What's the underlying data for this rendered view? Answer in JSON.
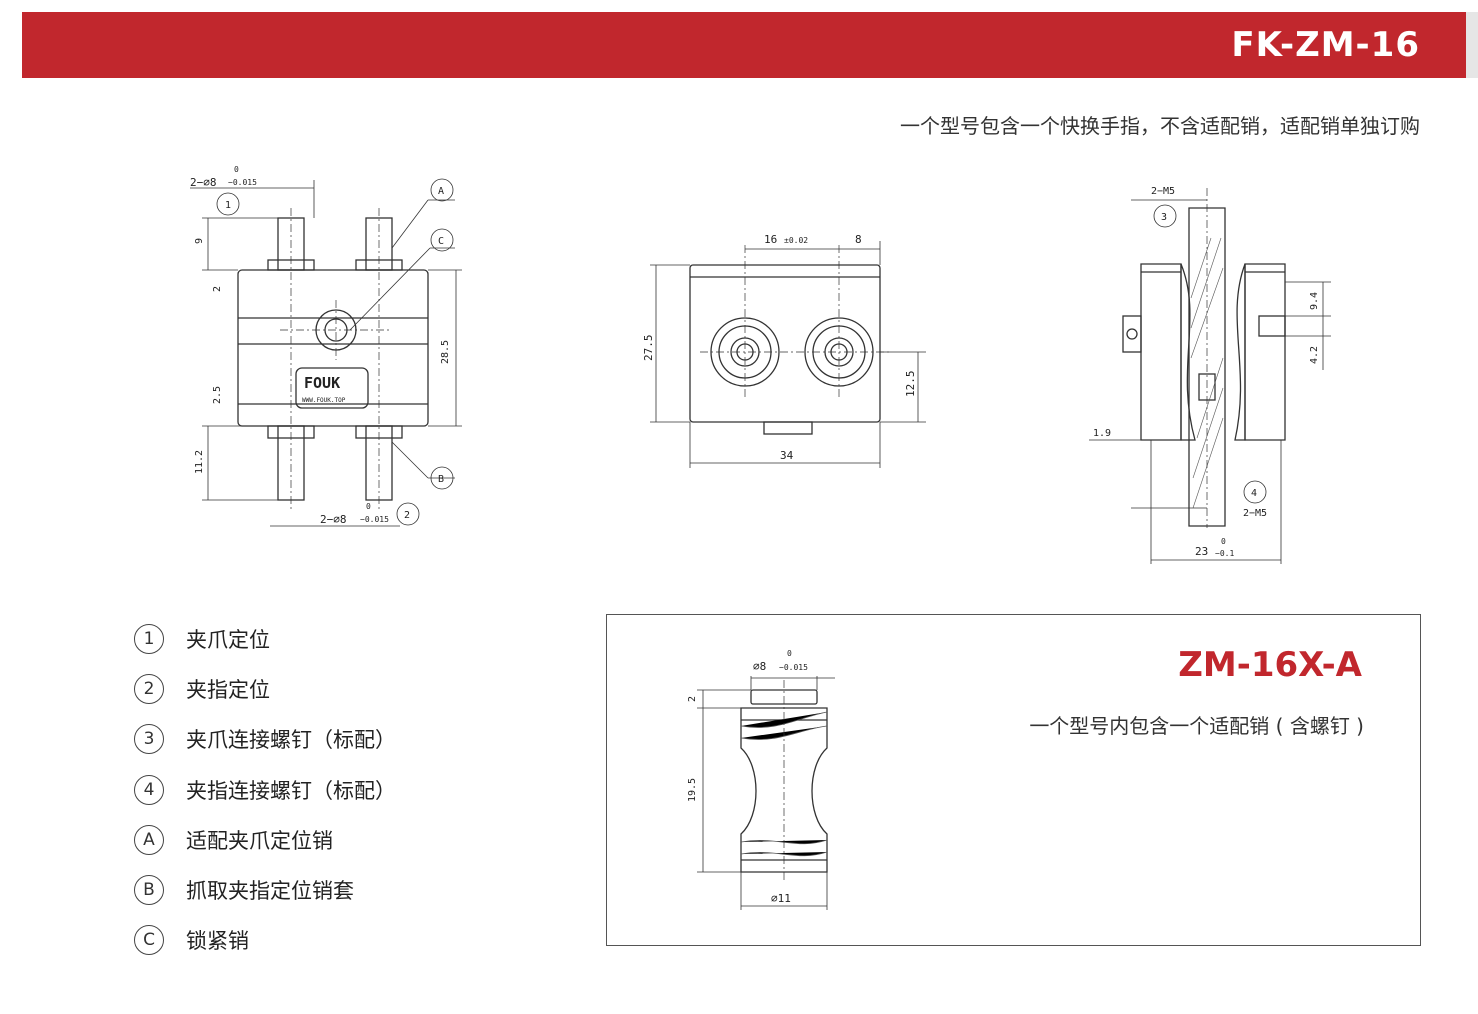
{
  "header": {
    "model": "FK-ZM-16",
    "note": "一个型号包含一个快换手指，不含适配销，适配销单独订购"
  },
  "drawing_front": {
    "dim_pin_top": "2−∅8",
    "tol_top_upper": "0",
    "tol_top_lower": "−0.015",
    "dim_pin_bottom": "2−∅8",
    "tol_bottom_upper": "0",
    "tol_bottom_lower": "−0.015",
    "d_9": "9",
    "d_2": "2",
    "d_2_5": "2.5",
    "d_11_2": "11.2",
    "d_28_5": "28.5",
    "callout_1": "1",
    "callout_2": "2",
    "callout_a": "A",
    "callout_b": "B",
    "callout_c": "C",
    "logo": "FOUK",
    "logo_url": "WWW.FOUK.TOP"
  },
  "drawing_side": {
    "d_16": "16",
    "d_16_tol": "±0.02",
    "d_8": "8",
    "d_27_5": "27.5",
    "d_12_5": "12.5",
    "d_34": "34"
  },
  "drawing_section": {
    "thread_top": "2−M5",
    "thread_bottom": "2−M5",
    "callout_3": "3",
    "callout_4": "4",
    "d_9_4": "9.4",
    "d_4_2": "4.2",
    "d_1_9": "1.9",
    "d_23": "23",
    "d_23_tol_upper": "0",
    "d_23_tol_lower": "−0.1"
  },
  "legend": [
    {
      "marker": "1",
      "label": "夹爪定位"
    },
    {
      "marker": "2",
      "label": "夹指定位"
    },
    {
      "marker": "3",
      "label": "夹爪连接螺钉（标配）"
    },
    {
      "marker": "4",
      "label": "夹指连接螺钉（标配）"
    },
    {
      "marker": "A",
      "label": "适配夹爪定位销"
    },
    {
      "marker": "B",
      "label": "抓取夹指定位销套"
    },
    {
      "marker": "C",
      "label": "锁紧销"
    }
  ],
  "pin": {
    "title": "ZM-16X-A",
    "note": "一个型号内包含一个适配销 ( 含螺钉 )",
    "d_top": "∅8",
    "d_top_tol_upper": "0",
    "d_top_tol_lower": "−0.015",
    "d_2": "2",
    "d_19_5": "19.5",
    "d_bottom": "∅11"
  },
  "colors": {
    "brand": "#c1272d",
    "line": "#333333"
  }
}
